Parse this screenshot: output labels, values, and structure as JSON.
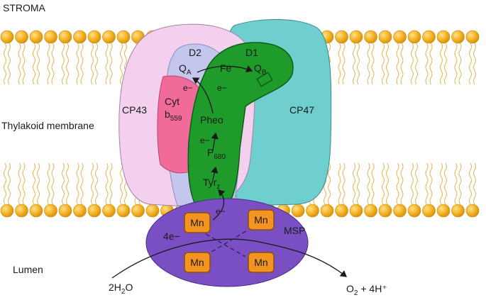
{
  "labels": {
    "stroma": "STROMA",
    "thylakoid_membrane": "Thylakoid membrane",
    "lumen": "Lumen",
    "cp43": "CP43",
    "cp47": "CP47",
    "d1": "D1",
    "d2": "D2",
    "cyt": "Cyt",
    "cyt_sub": "b",
    "cyt_num": "559",
    "fe": "Fe",
    "qa": "Q",
    "qa_sub": "A",
    "qb": "Q",
    "qb_sub": "B",
    "pheo": "Pheo",
    "p680": "P",
    "p680_sub": "680",
    "tyr": "Tyr",
    "tyr_sub": "z",
    "msp": "MSP",
    "mn": "Mn",
    "e_minus": "e−",
    "four_e": "4e−",
    "water_a": "2H",
    "water_sub": "2",
    "water_b": "O",
    "o2_a": "O",
    "o2_sub": "2",
    "o2_b": " + 4H⁺"
  },
  "colors": {
    "lipid_head": "#f2b01e",
    "lipid_tail": "#e0b64a",
    "cp43": "#f3d1ee",
    "cp47": "#6fcfcf",
    "d1": "#1e9b2a",
    "d2": "#c5c6ee",
    "cyt": "#f06a9a",
    "msp": "#7b4fc4",
    "mn": "#f2941f"
  }
}
